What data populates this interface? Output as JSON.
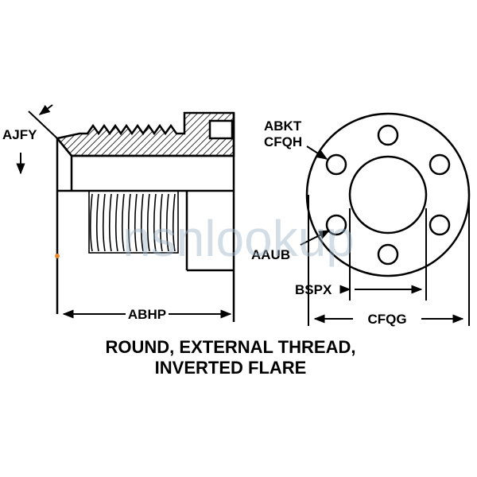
{
  "watermark": "nsnlookup",
  "labels": {
    "ajfy": "AJFY",
    "abkt": "ABKT",
    "cfqh": "CFQH",
    "aaub": "AAUB",
    "bspx": "BSPX",
    "abhp": "ABHP",
    "cfqg": "CFQG"
  },
  "caption": {
    "line1": "ROUND, EXTERNAL THREAD,",
    "line2": "INVERTED FLARE"
  },
  "colors": {
    "ink": "#000000",
    "watermark": "#9fb6c9",
    "accent_dot": "#e8872a"
  }
}
